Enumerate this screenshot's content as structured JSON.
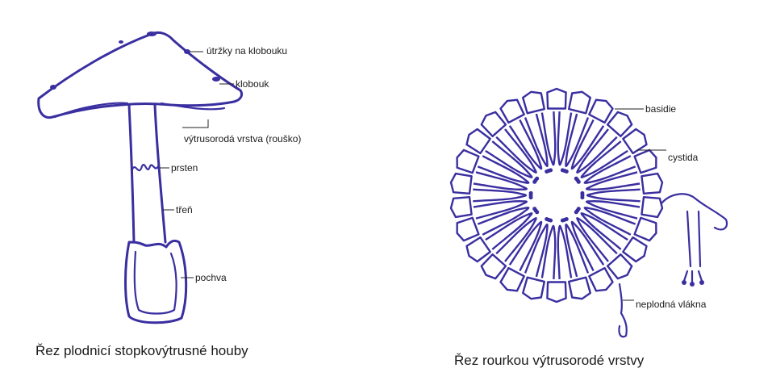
{
  "colors": {
    "ink": "#3a2fa0",
    "label_text": "#1a1a1a",
    "background": "#ffffff"
  },
  "mushroom": {
    "labels": {
      "scales": "útržky na klobouku",
      "cap": "klobouk",
      "spore_layer": "výtrusorodá vrstva (rouško)",
      "ring": "prsten",
      "stem": "třeň",
      "volva": "pochva"
    },
    "caption": "Řez plodnicí stopkovýtrusné houby"
  },
  "tube_section": {
    "labels": {
      "basidia": "basidie",
      "cystid": "cystida",
      "hyphae": "neplodná vlákna"
    },
    "caption": "Řez rourkou výtrusorodé vrstvy"
  }
}
